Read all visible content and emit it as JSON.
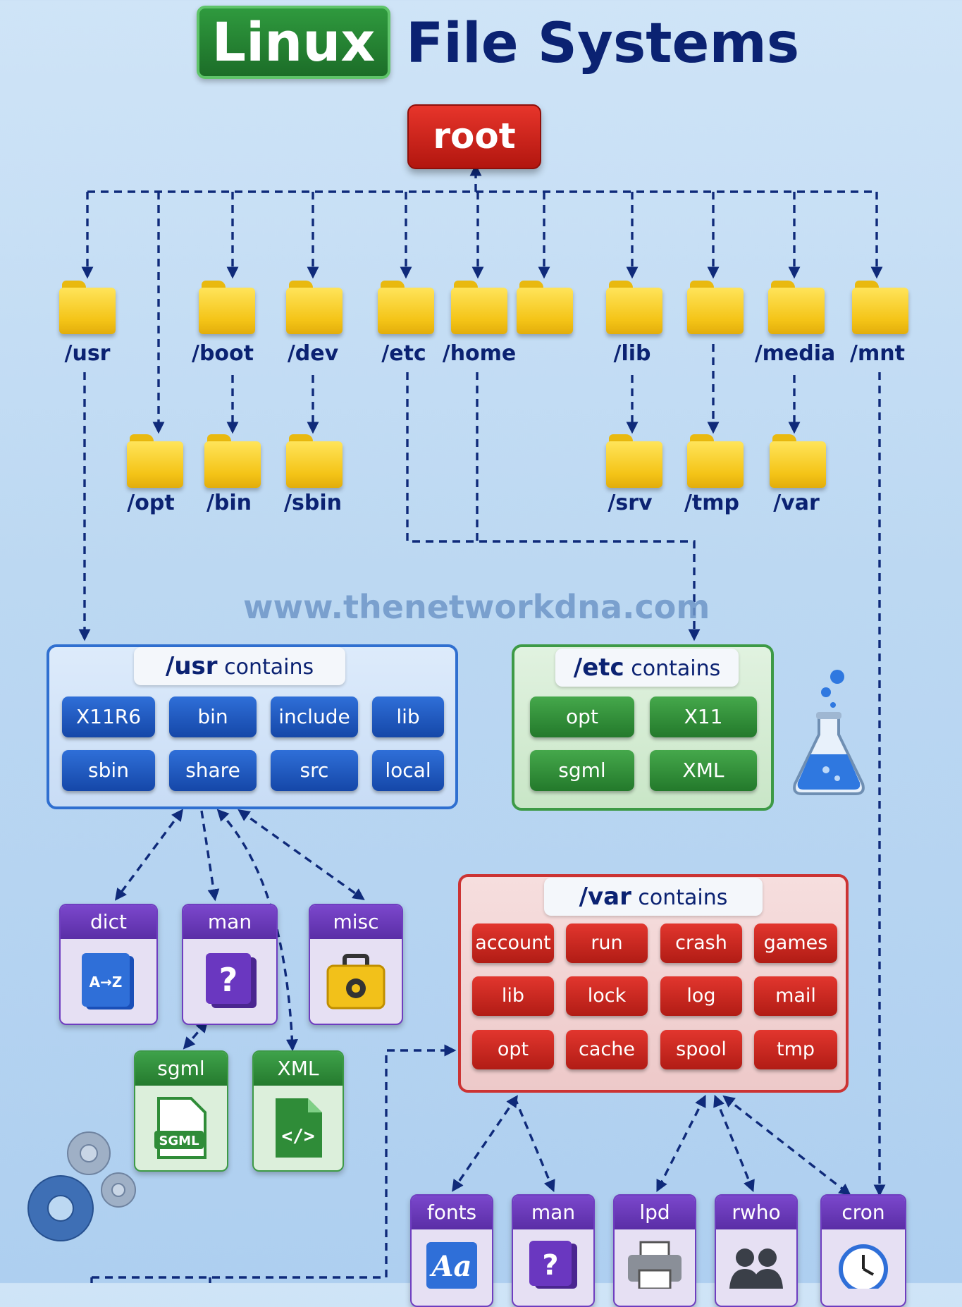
{
  "title": {
    "highlight": "Linux",
    "rest": "File Systems"
  },
  "root": {
    "label": "root"
  },
  "folders_row1": [
    {
      "id": "usr",
      "label": "/usr"
    },
    {
      "id": "boot",
      "label": "/boot"
    },
    {
      "id": "dev",
      "label": "/dev"
    },
    {
      "id": "etc",
      "label": "/etc"
    },
    {
      "id": "home",
      "label": "/home"
    },
    {
      "id": "unlabeled",
      "label": ""
    },
    {
      "id": "lib",
      "label": "/lib"
    },
    {
      "id": "unlabeled2",
      "label": ""
    },
    {
      "id": "media",
      "label": "/media"
    },
    {
      "id": "mnt",
      "label": "/mnt"
    }
  ],
  "folders_row2": [
    {
      "id": "opt",
      "label": "/opt"
    },
    {
      "id": "bin",
      "label": "/bin"
    },
    {
      "id": "sbin",
      "label": "/sbin"
    },
    {
      "id": "srv",
      "label": "/srv"
    },
    {
      "id": "tmp",
      "label": "/tmp"
    },
    {
      "id": "var",
      "label": "/var"
    }
  ],
  "watermark": "www.thenetworkdna.com",
  "usr_panel": {
    "title_path": "/usr",
    "title_suffix": "contains",
    "items": [
      "X11R6",
      "bin",
      "include",
      "lib",
      "sbin",
      "share",
      "src",
      "local"
    ]
  },
  "etc_panel": {
    "title_path": "/etc",
    "title_suffix": "contains",
    "items": [
      "opt",
      "X11",
      "sgml",
      "XML"
    ]
  },
  "var_panel": {
    "title_path": "/var",
    "title_suffix": "contains",
    "items": [
      "account",
      "run",
      "crash",
      "games",
      "lib",
      "lock",
      "log",
      "mail",
      "opt",
      "cache",
      "spool",
      "tmp"
    ]
  },
  "share_cards": [
    {
      "label": "dict",
      "icon": "dictionary-book-icon",
      "icon_text": "A→Z"
    },
    {
      "label": "man",
      "icon": "help-book-icon",
      "icon_text": "?"
    },
    {
      "label": "misc",
      "icon": "toolbox-icon"
    }
  ],
  "markup_cards": [
    {
      "label": "sgml",
      "icon": "sgml-document-icon",
      "icon_text": "SGML"
    },
    {
      "label": "XML",
      "icon": "xml-code-document-icon",
      "icon_text": "</>"
    }
  ],
  "var_cards": [
    {
      "label": "fonts",
      "icon": "font-icon",
      "icon_text": "Aa"
    },
    {
      "label": "man",
      "icon": "help-book-icon",
      "icon_text": "?"
    },
    {
      "label": "lpd",
      "icon": "printer-icon"
    },
    {
      "label": "rwho",
      "icon": "users-icon"
    },
    {
      "label": "cron",
      "icon": "clock-icon"
    }
  ],
  "decorations": [
    "flask-icon",
    "gears-icon"
  ],
  "colors": {
    "background": "#bcd8f2",
    "title_text": "#0b2272",
    "title_badge": "#2f9a3e",
    "root": "#d8241c",
    "folder": "#f4c417",
    "usr_accent": "#1f5ac0",
    "etc_accent": "#2f8c38",
    "var_accent": "#c8241c",
    "card_header": "#6a37b8",
    "edge": "#0f2a7a"
  }
}
